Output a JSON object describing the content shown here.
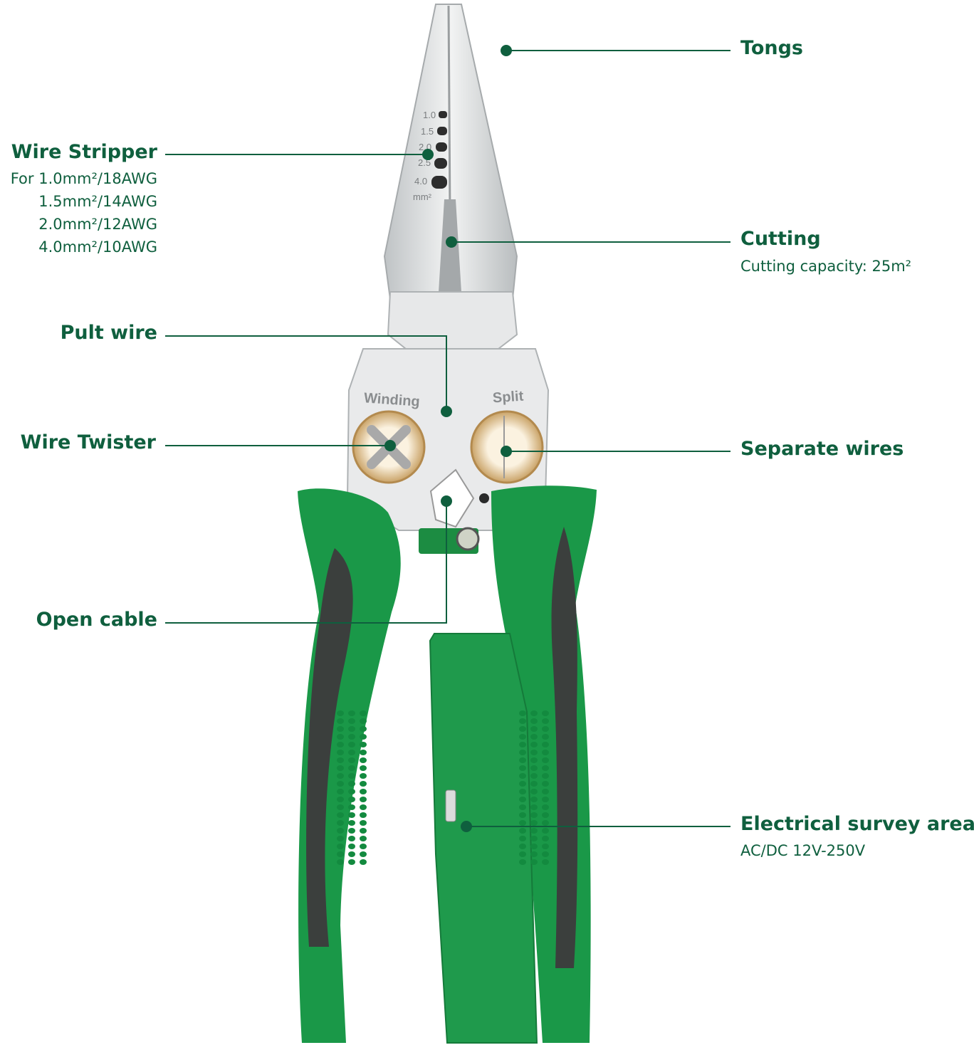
{
  "colors": {
    "brand_green": "#0f5f3e",
    "handle_green": "#1a9848",
    "handle_dark": "#3b3f3d",
    "steel": "#d9dbdc",
    "brass": "#e6c99a"
  },
  "engraving": {
    "winding": "Winding",
    "split": "Split",
    "sizes": [
      "1.0",
      "1.5",
      "2.0",
      "2.5",
      "4.0"
    ],
    "unit": "mm²"
  },
  "callouts": {
    "tongs": {
      "title": "Tongs"
    },
    "wire_stripper": {
      "title": "Wire Stripper",
      "specs": [
        "For 1.0mm²/18AWG",
        "1.5mm²/14AWG",
        "2.0mm²/12AWG",
        "4.0mm²/10AWG"
      ]
    },
    "cutting": {
      "title": "Cutting",
      "desc": "Cutting capacity: 25m²"
    },
    "pult_wire": {
      "title": "Pult wire"
    },
    "wire_twister": {
      "title": "Wire Twister"
    },
    "separate_wires": {
      "title": "Separate wires"
    },
    "open_cable": {
      "title": "Open cable"
    },
    "electrical_survey": {
      "title": "Electrical survey area",
      "desc": "AC/DC 12V-250V"
    }
  }
}
